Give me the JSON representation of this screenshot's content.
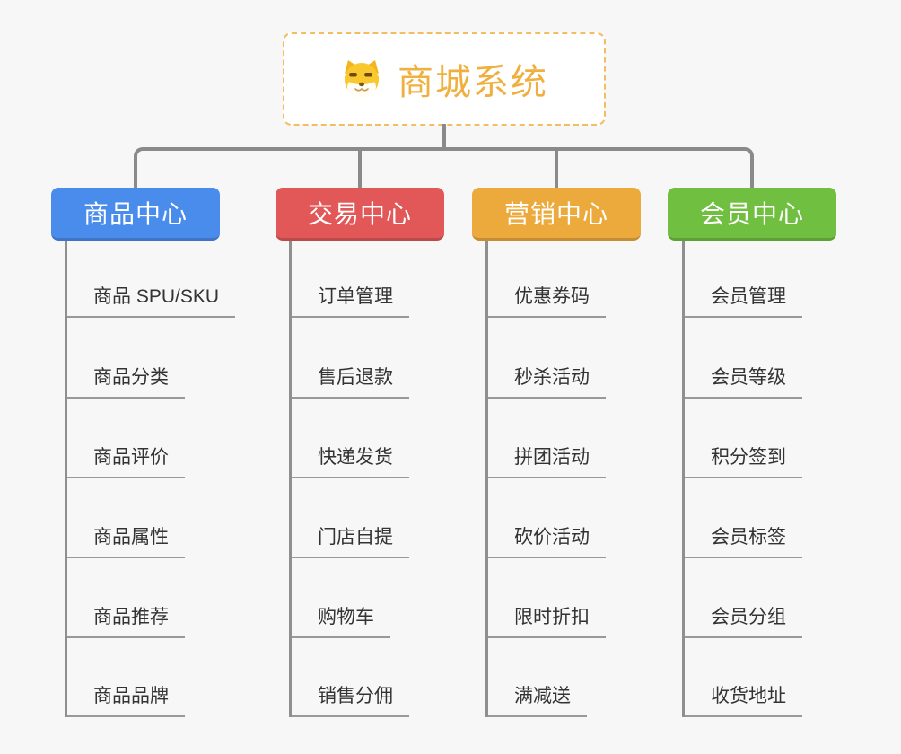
{
  "page": {
    "background": "#f7f7f8",
    "connector_color": "#8a8a8a",
    "leaf_text_color": "#333333",
    "leaf_line_color": "#999999"
  },
  "root": {
    "title": "商城系统",
    "icon": "shiba-dog-icon",
    "text_color": "#f0b040",
    "border_color": "#f5bd62"
  },
  "branches": [
    {
      "label": "商品中心",
      "color": "#4a8cec",
      "children": [
        "商品 SPU/SKU",
        "商品分类",
        "商品评价",
        "商品属性",
        "商品推荐",
        "商品品牌"
      ]
    },
    {
      "label": "交易中心",
      "color": "#e25757",
      "children": [
        "订单管理",
        "售后退款",
        "快递发货",
        "门店自提",
        "购物车",
        "销售分佣"
      ]
    },
    {
      "label": "营销中心",
      "color": "#ecaa3c",
      "children": [
        "优惠券码",
        "秒杀活动",
        "拼团活动",
        "砍价活动",
        "限时折扣",
        "满减送"
      ]
    },
    {
      "label": "会员中心",
      "color": "#70bf41",
      "children": [
        "会员管理",
        "会员等级",
        "积分签到",
        "会员标签",
        "会员分组",
        "收货地址"
      ]
    }
  ]
}
